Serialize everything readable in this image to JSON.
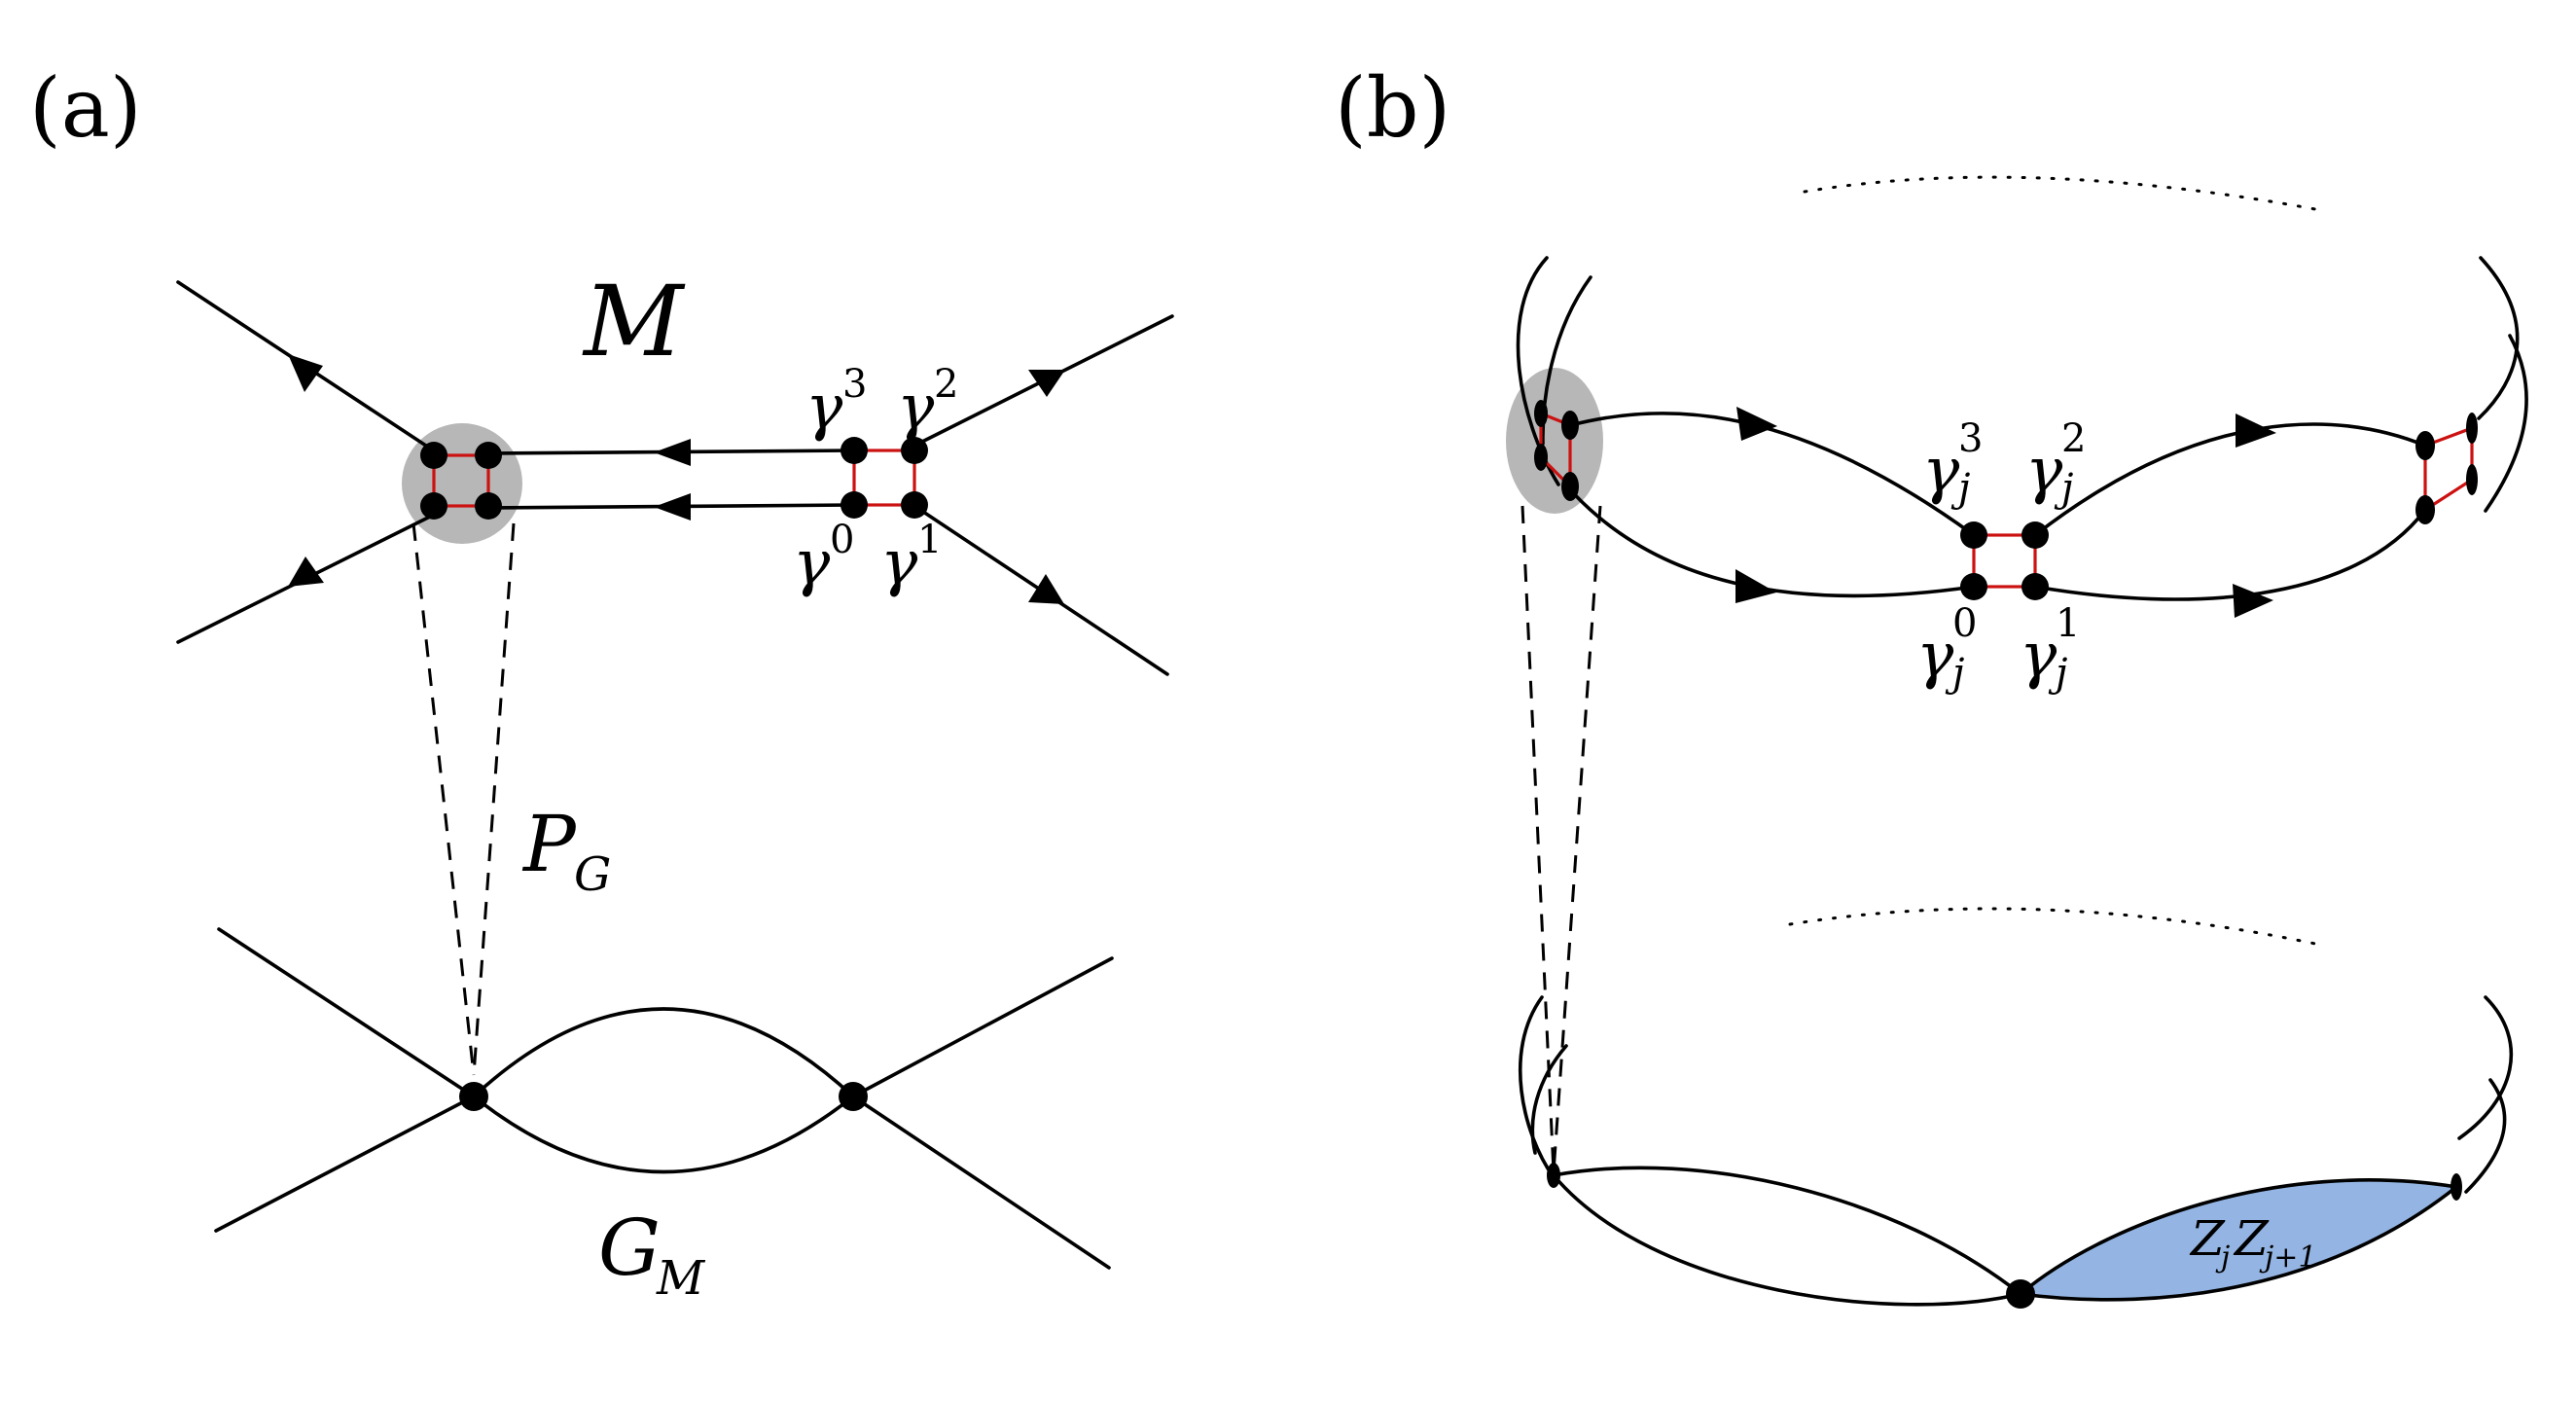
{
  "panel_a": {
    "label": "(a)",
    "manifold_label": "M",
    "projection_label": "P",
    "projection_sub": "G",
    "graph_label": "G",
    "graph_sub": "M",
    "gammas": {
      "g0": {
        "base": "γ",
        "sup": "0"
      },
      "g1": {
        "base": "γ",
        "sup": "1"
      },
      "g2": {
        "base": "γ",
        "sup": "2"
      },
      "g3": {
        "base": "γ",
        "sup": "3"
      }
    }
  },
  "panel_b": {
    "label": "(b)",
    "gammas": {
      "g0": {
        "base": "γ",
        "sup": "0",
        "sub": "j"
      },
      "g1": {
        "base": "γ",
        "sup": "1",
        "sub": "j"
      },
      "g2": {
        "base": "γ",
        "sup": "2",
        "sub": "j"
      },
      "g3": {
        "base": "γ",
        "sup": "3",
        "sub": "j"
      }
    },
    "face_label": "Z",
    "face_sub1": "j",
    "face_label2": "Z",
    "face_sub2": "j+1"
  }
}
